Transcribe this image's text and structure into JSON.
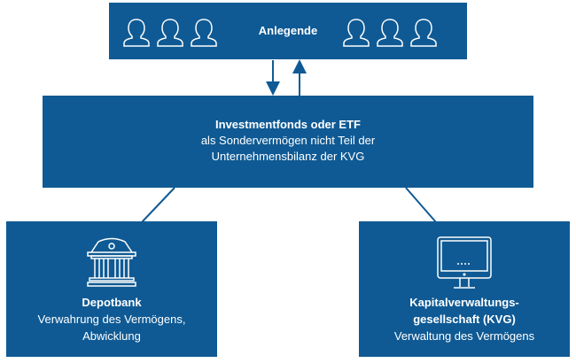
{
  "investors": {
    "label": "Anlegende"
  },
  "fund": {
    "title": "Investmentfonds oder ETF",
    "line1": "als Sondervermögen nicht Teil der",
    "line2": "Unternehmensbilanz der KVG"
  },
  "depot": {
    "title": "Depotbank",
    "line1": "Verwahrung des Vermögens,",
    "line2": "Abwicklung"
  },
  "kvg": {
    "title1": "Kapitalverwaltungs-",
    "title2": "gesellschaft (KVG)",
    "line1": "Verwaltung des Vermögens"
  },
  "colors": {
    "box": "#0f5a94"
  }
}
